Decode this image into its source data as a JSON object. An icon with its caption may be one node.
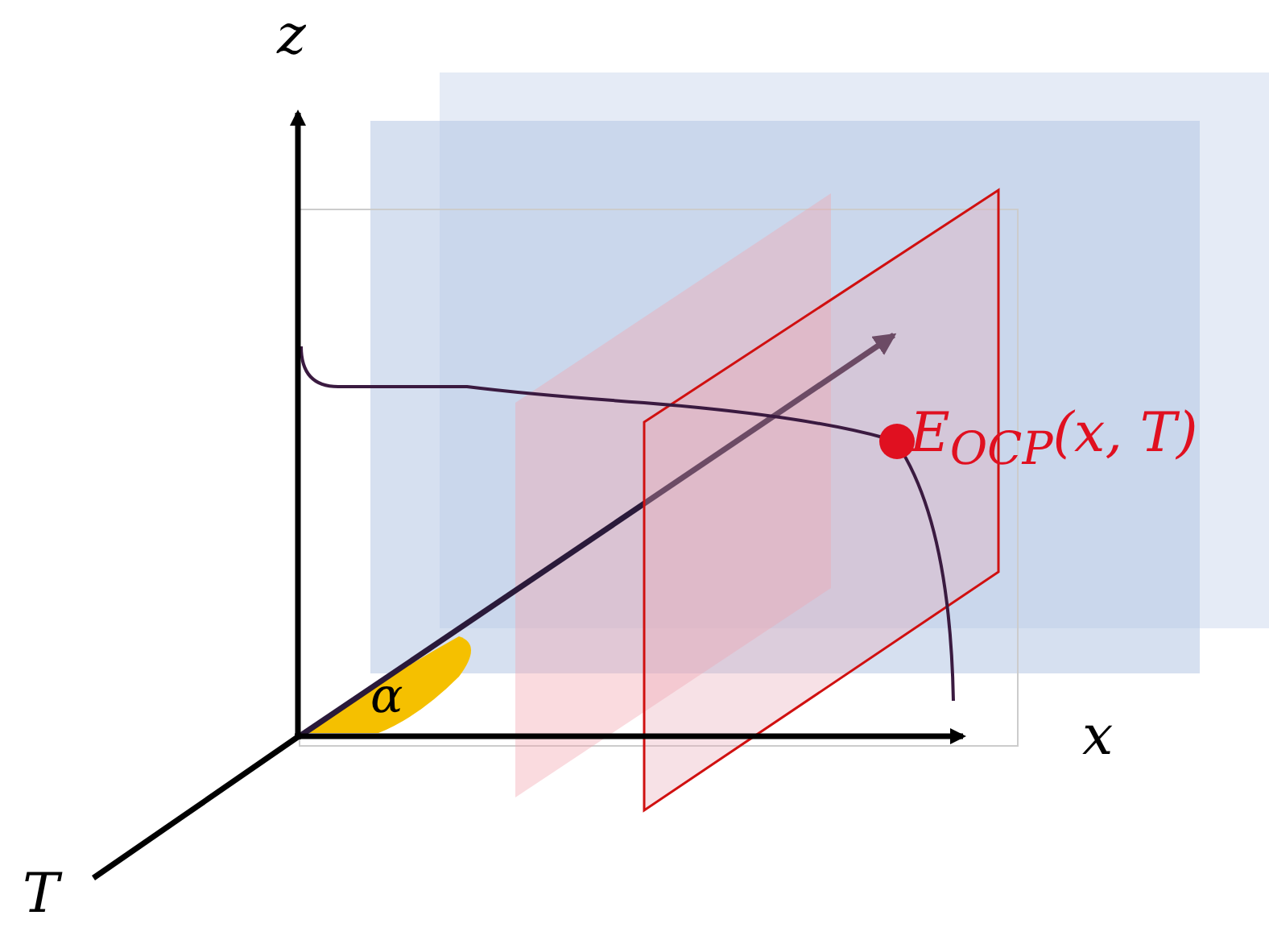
{
  "diagram": {
    "labels": [
      "z",
      "E$_{OCP}$(x, T)",
      "α",
      "x",
      "T"
    ]
  }
}
